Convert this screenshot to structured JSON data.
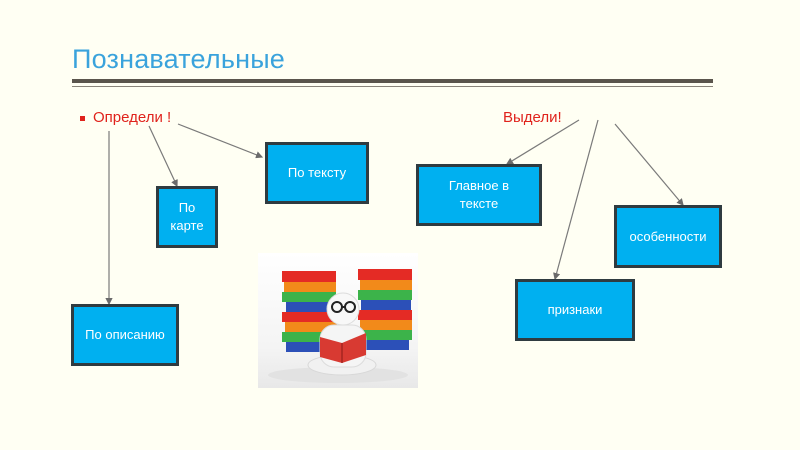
{
  "slide": {
    "title": "Познавательные",
    "left_heading": "Определи !",
    "right_heading": "Выдели!",
    "left_boxes": [
      {
        "id": "po-tekstu",
        "label": "По тексту"
      },
      {
        "id": "po-karte",
        "label": "По карте"
      },
      {
        "id": "po-opisaniyu",
        "label": "По описанию"
      }
    ],
    "right_boxes": [
      {
        "id": "glavnoe",
        "label": "Главное в тексте"
      },
      {
        "id": "osobennosti",
        "label": "особенности"
      },
      {
        "id": "priznaki",
        "label": "признаки"
      }
    ],
    "image": {
      "description": "reading figure with stacks of books"
    }
  },
  "colors": {
    "title": "#3aa3dc",
    "heading": "#e0231c",
    "box_fill": "#00b0f0",
    "box_border": "#2f3b40",
    "background": "#fffff3"
  }
}
